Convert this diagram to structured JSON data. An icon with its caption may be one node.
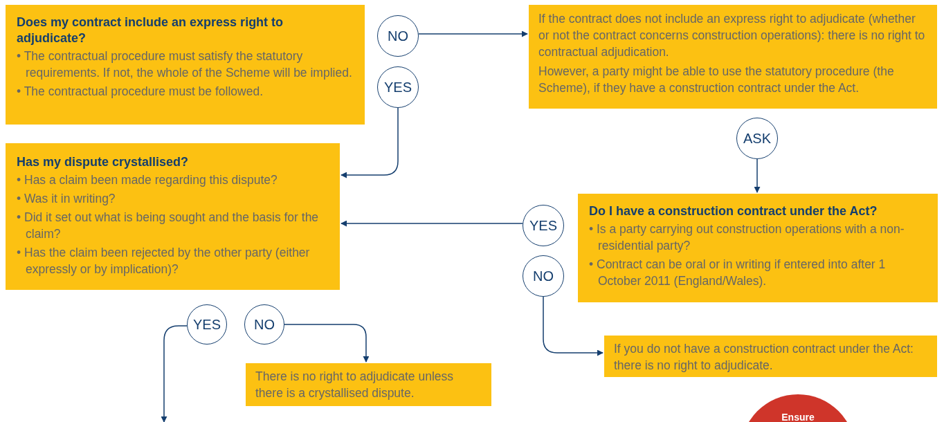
{
  "diagram": {
    "nodes": [
      {
        "text": [
          "Does my contract include an express right to adjudicate?",
          "• The contractual procedure must satisfy the statutory requirements. If not, the whole of the Scheme will be implied.",
          "• The contractual procedure must be followed."
        ]
      },
      {
        "text": [
          "NO"
        ]
      },
      {
        "text": [
          "YES"
        ]
      },
      {
        "text": [
          "If the contract does not include an express right to adjudicate (whether or not the contract concerns construction operations): there is no right to contractual adjudication.",
          "However, a party might be able to use the statutory procedure (the Scheme), if they have a construction contract under the Act."
        ]
      },
      {
        "text": [
          "ASK"
        ]
      },
      {
        "text": [
          "Has my dispute crystallised?",
          "• Has a claim been made regarding this dispute?",
          "• Was it in writing?",
          "• Did it set out what is being sought and the basis for the claim?",
          "• Has the claim been rejected by the other party (either expressly or by implication)?"
        ]
      },
      {
        "text": [
          "YES"
        ]
      },
      {
        "text": [
          "NO"
        ]
      },
      {
        "text": [
          "Do I have a construction contract under the Act?",
          "• Is a party carrying out construction operations with a non-residential party?",
          "• Contract can be oral or in writing if entered into after 1 October 2011 (England/Wales)."
        ]
      },
      {
        "text": [
          "YES"
        ]
      },
      {
        "text": [
          "NO"
        ]
      },
      {
        "text": [
          "If you do not have a construction contract under the Act: there is no right to adjudicate."
        ]
      },
      {
        "text": [
          "There is no right to adjudicate unless there is a crystallised dispute."
        ]
      },
      {
        "text": [
          "Ensure"
        ]
      }
    ],
    "edges": [
      {
        "from": 1,
        "to": 3,
        "arrow": "to"
      },
      {
        "from": 2,
        "to": 5,
        "arrow": "to"
      },
      {
        "from": 4,
        "to": 8,
        "arrow": "to"
      },
      {
        "from": 6,
        "to": 5,
        "arrow": "to"
      },
      {
        "from": 7,
        "to": 11,
        "arrow": "to"
      },
      {
        "from": 9,
        "to": null,
        "arrow": "to"
      },
      {
        "from": 10,
        "to": 12,
        "arrow": "to"
      }
    ]
  }
}
